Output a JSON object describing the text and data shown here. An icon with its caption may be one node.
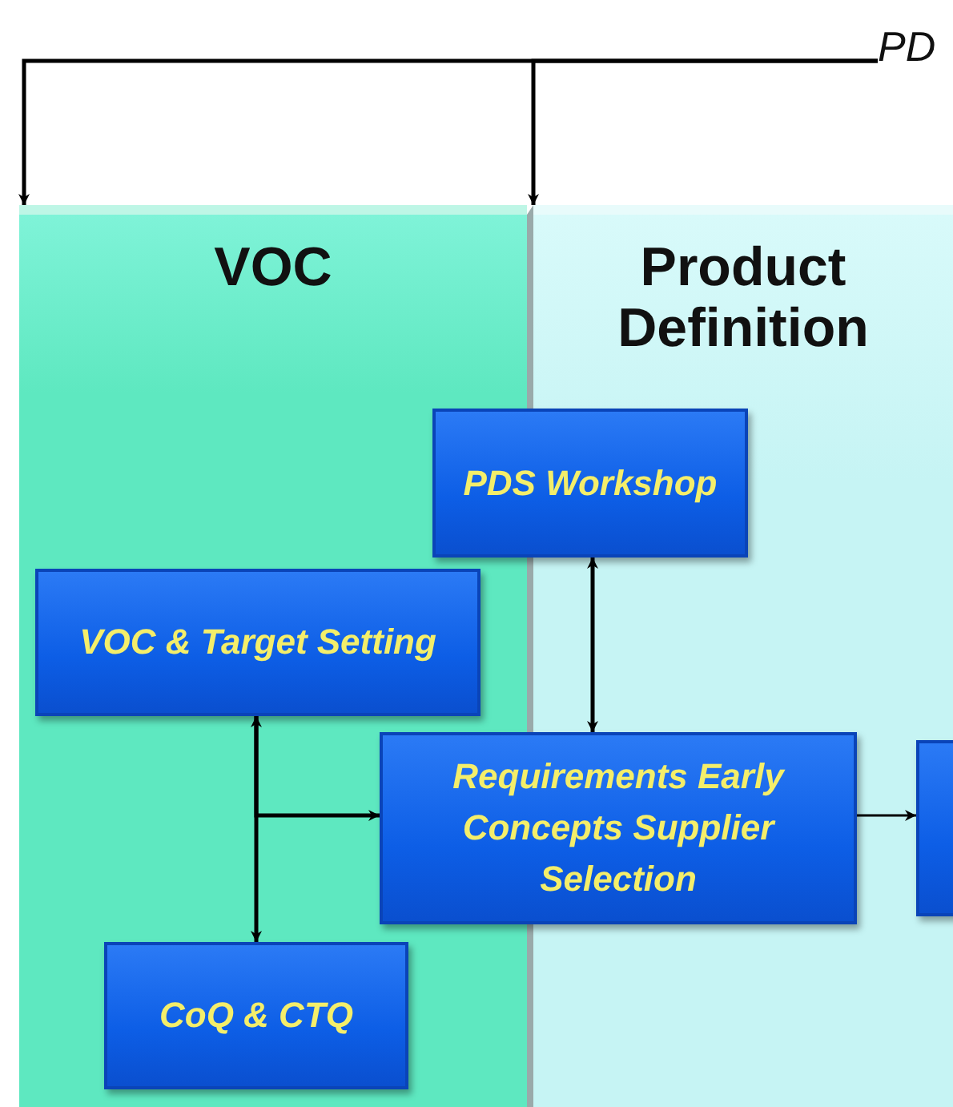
{
  "diagram": {
    "nodes": [
      {
        "text": [
          "PD"
        ]
      },
      {
        "text": [
          "VOC"
        ]
      },
      {
        "text": [
          "Product Definition"
        ]
      },
      {
        "text": [
          "PDS Workshop"
        ]
      },
      {
        "text": [
          "VOC & Target Setting"
        ],
        "in": 1
      },
      {
        "text": [
          "Requirements Early Concepts Supplier Selection"
        ]
      },
      {
        "text": [
          "CoQ & CTQ"
        ],
        "in": 1
      },
      {
        "text": [],
        "shape": "box",
        "in": 2
      }
    ],
    "edges": [
      {
        "from": 0,
        "to": 1,
        "arrow": "to"
      },
      {
        "from": 0,
        "to": 2,
        "arrow": "to"
      },
      {
        "from": 3,
        "to": 5,
        "arrow": "both"
      },
      {
        "from": 4,
        "to": 6,
        "arrow": "both"
      },
      {
        "from": 4,
        "to": 5,
        "arrow": "to"
      },
      {
        "from": 5,
        "to": 7,
        "arrow": "to"
      }
    ]
  }
}
